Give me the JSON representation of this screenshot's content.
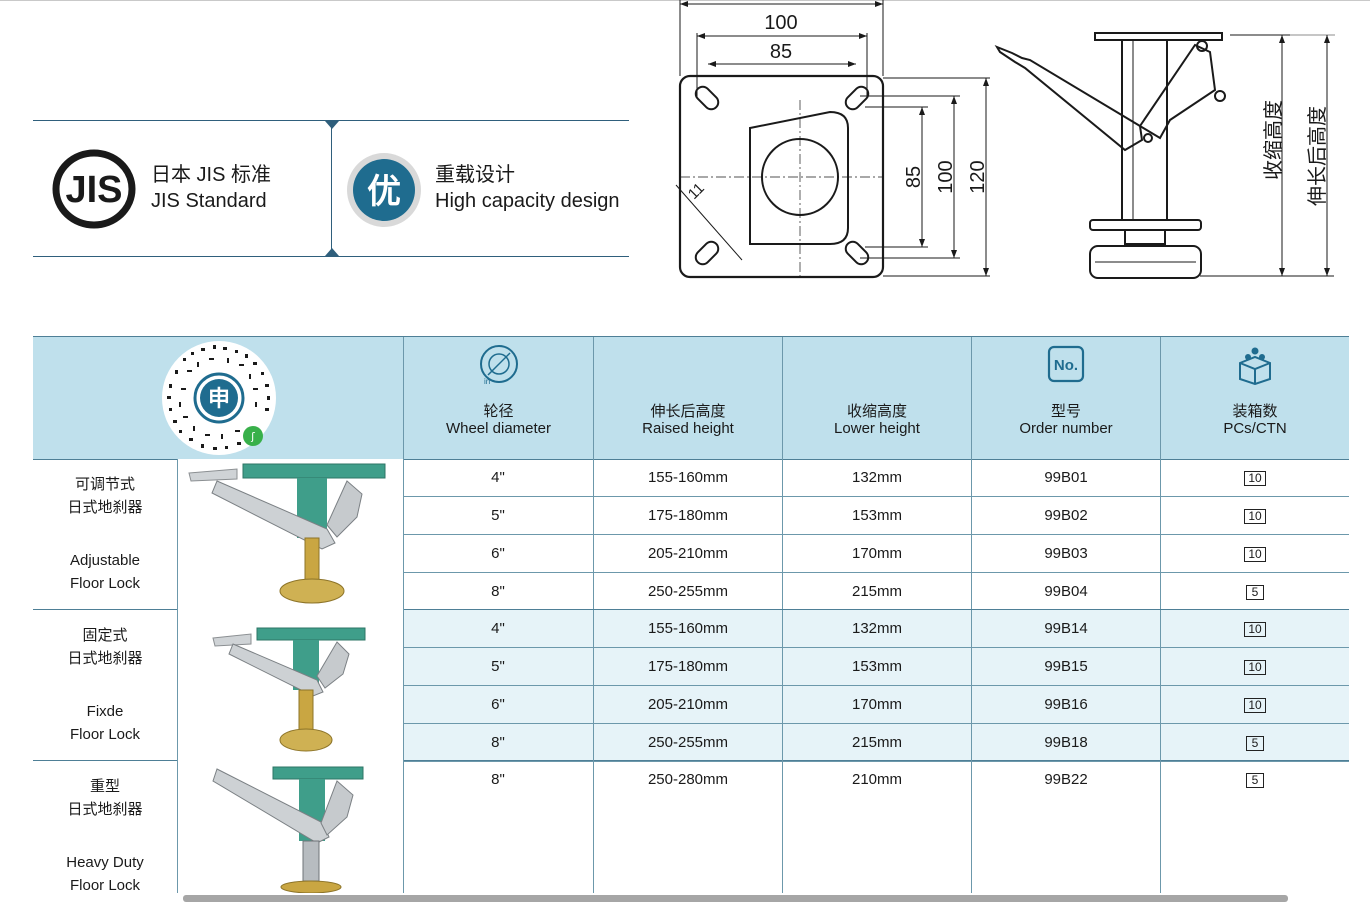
{
  "banner": {
    "jis_cn": "日本 JIS 标准",
    "jis_en": "JIS Standard",
    "cap_cn": "重载设计",
    "cap_en": "High capacity design",
    "jis_logo_text": "JIS",
    "cap_logo_text": "优"
  },
  "drawing": {
    "dim_100_top": "100",
    "dim_85_top": "85",
    "dim_85_side": "85",
    "dim_100_side": "100",
    "dim_120_side": "120",
    "dim_11": "11",
    "label_lower": "收缩高度",
    "label_raised": "伸长后高度"
  },
  "table": {
    "qr_logo_text": "申",
    "headers": [
      {
        "icon": "wheel-diameter-icon",
        "zh": "轮径",
        "en": "Wheel diameter"
      },
      {
        "icon": "",
        "zh": "伸长后高度",
        "en": "Raised height"
      },
      {
        "icon": "",
        "zh": "收缩高度",
        "en": "Lower height"
      },
      {
        "icon": "number-icon",
        "zh": "型号",
        "en": "Order number",
        "icon_text": "No."
      },
      {
        "icon": "carton-box-icon",
        "zh": "装箱数",
        "en": "PCs/CTN"
      }
    ],
    "groups": [
      {
        "zh1": "可调节式",
        "zh2": "日式地刹器",
        "en1": "Adjustable",
        "en2": "Floor Lock"
      },
      {
        "zh1": "固定式",
        "zh2": "日式地刹器",
        "en1": "Fixde",
        "en2": "Floor Lock"
      },
      {
        "zh1": "重型",
        "zh2": "日式地刹器",
        "en1": "Heavy Duty",
        "en2": "Floor Lock"
      }
    ],
    "rows": [
      {
        "wheel": "4\"",
        "raised": "155-160mm",
        "lower": "132mm",
        "order": "99B01",
        "pcs": "10"
      },
      {
        "wheel": "5\"",
        "raised": "175-180mm",
        "lower": "153mm",
        "order": "99B02",
        "pcs": "10"
      },
      {
        "wheel": "6\"",
        "raised": "205-210mm",
        "lower": "170mm",
        "order": "99B03",
        "pcs": "10"
      },
      {
        "wheel": "8\"",
        "raised": "250-255mm",
        "lower": "215mm",
        "order": "99B04",
        "pcs": "5"
      },
      {
        "wheel": "4\"",
        "raised": "155-160mm",
        "lower": "132mm",
        "order": "99B14",
        "pcs": "10"
      },
      {
        "wheel": "5\"",
        "raised": "175-180mm",
        "lower": "153mm",
        "order": "99B15",
        "pcs": "10"
      },
      {
        "wheel": "6\"",
        "raised": "205-210mm",
        "lower": "170mm",
        "order": "99B16",
        "pcs": "10"
      },
      {
        "wheel": "8\"",
        "raised": "250-255mm",
        "lower": "215mm",
        "order": "99B18",
        "pcs": "5"
      },
      {
        "wheel": "8\"",
        "raised": "250-280mm",
        "lower": "210mm",
        "order": "99B22",
        "pcs": "5"
      }
    ]
  },
  "colors": {
    "header_bg": "#bfe0ec",
    "row_alt": "#e6f3f8",
    "rule": "#2f5f7c",
    "plate_green": "#3f9e8a"
  }
}
